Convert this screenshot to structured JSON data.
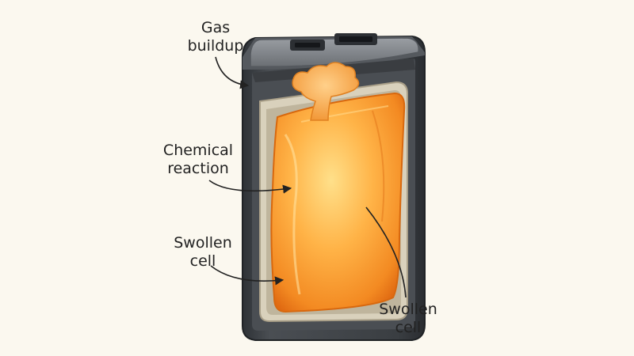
{
  "diagram": {
    "labels": {
      "gas_buildup": [
        "Gas",
        "buildup"
      ],
      "chemical_reaction": [
        "Chemical",
        "reaction"
      ],
      "swollen_cell_left": [
        "Swollen",
        "cell"
      ],
      "swollen_cell_right": [
        "Swollen",
        "cell"
      ]
    },
    "colors": {
      "background": "#fbf8ef",
      "casing": "#3b3f44",
      "casing_top": "#7d8186",
      "interior": "#54585d",
      "tray": "#cfc6b1",
      "cell_core": "#ffd06a",
      "cell_edge": "#ee7a18",
      "text": "#222222"
    },
    "icons": [
      "usb-port-icon",
      "usb-port-icon"
    ]
  }
}
